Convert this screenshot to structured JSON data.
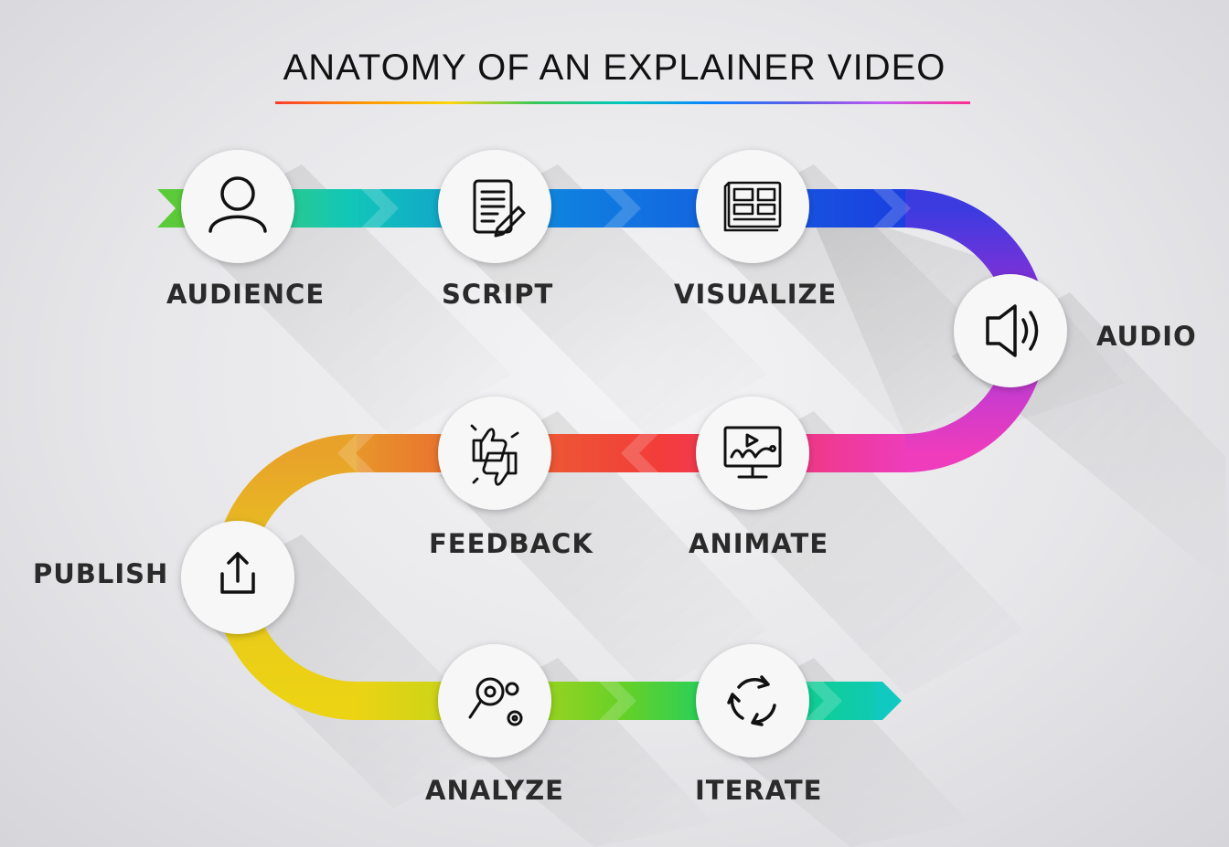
{
  "title": "ANATOMY OF AN EXPLAINER VIDEO",
  "steps": [
    {
      "id": "audience",
      "label": "AUDIENCE",
      "icon": "person-icon"
    },
    {
      "id": "script",
      "label": "SCRIPT",
      "icon": "document-pen-icon"
    },
    {
      "id": "visualize",
      "label": "VISUALIZE",
      "icon": "storyboard-icon"
    },
    {
      "id": "audio",
      "label": "AUDIO",
      "icon": "speaker-icon"
    },
    {
      "id": "animate",
      "label": "ANIMATE",
      "icon": "monitor-animation-icon"
    },
    {
      "id": "feedback",
      "label": "FEEDBACK",
      "icon": "thumbs-up-down-icon"
    },
    {
      "id": "publish",
      "label": "PUBLISH",
      "icon": "share-upload-icon"
    },
    {
      "id": "analyze",
      "label": "ANALYZE",
      "icon": "magnifier-gears-icon"
    },
    {
      "id": "iterate",
      "label": "ITERATE",
      "icon": "refresh-cycle-icon"
    }
  ],
  "colors": {
    "green": "#5ccb3a",
    "teal": "#12c7b7",
    "blue": "#1a56e0",
    "purple": "#7a34d8",
    "magenta": "#e63cc0",
    "red": "#f0413e",
    "orange": "#e8892a",
    "yellow": "#e9c21c",
    "lime": "#8fd41e"
  }
}
